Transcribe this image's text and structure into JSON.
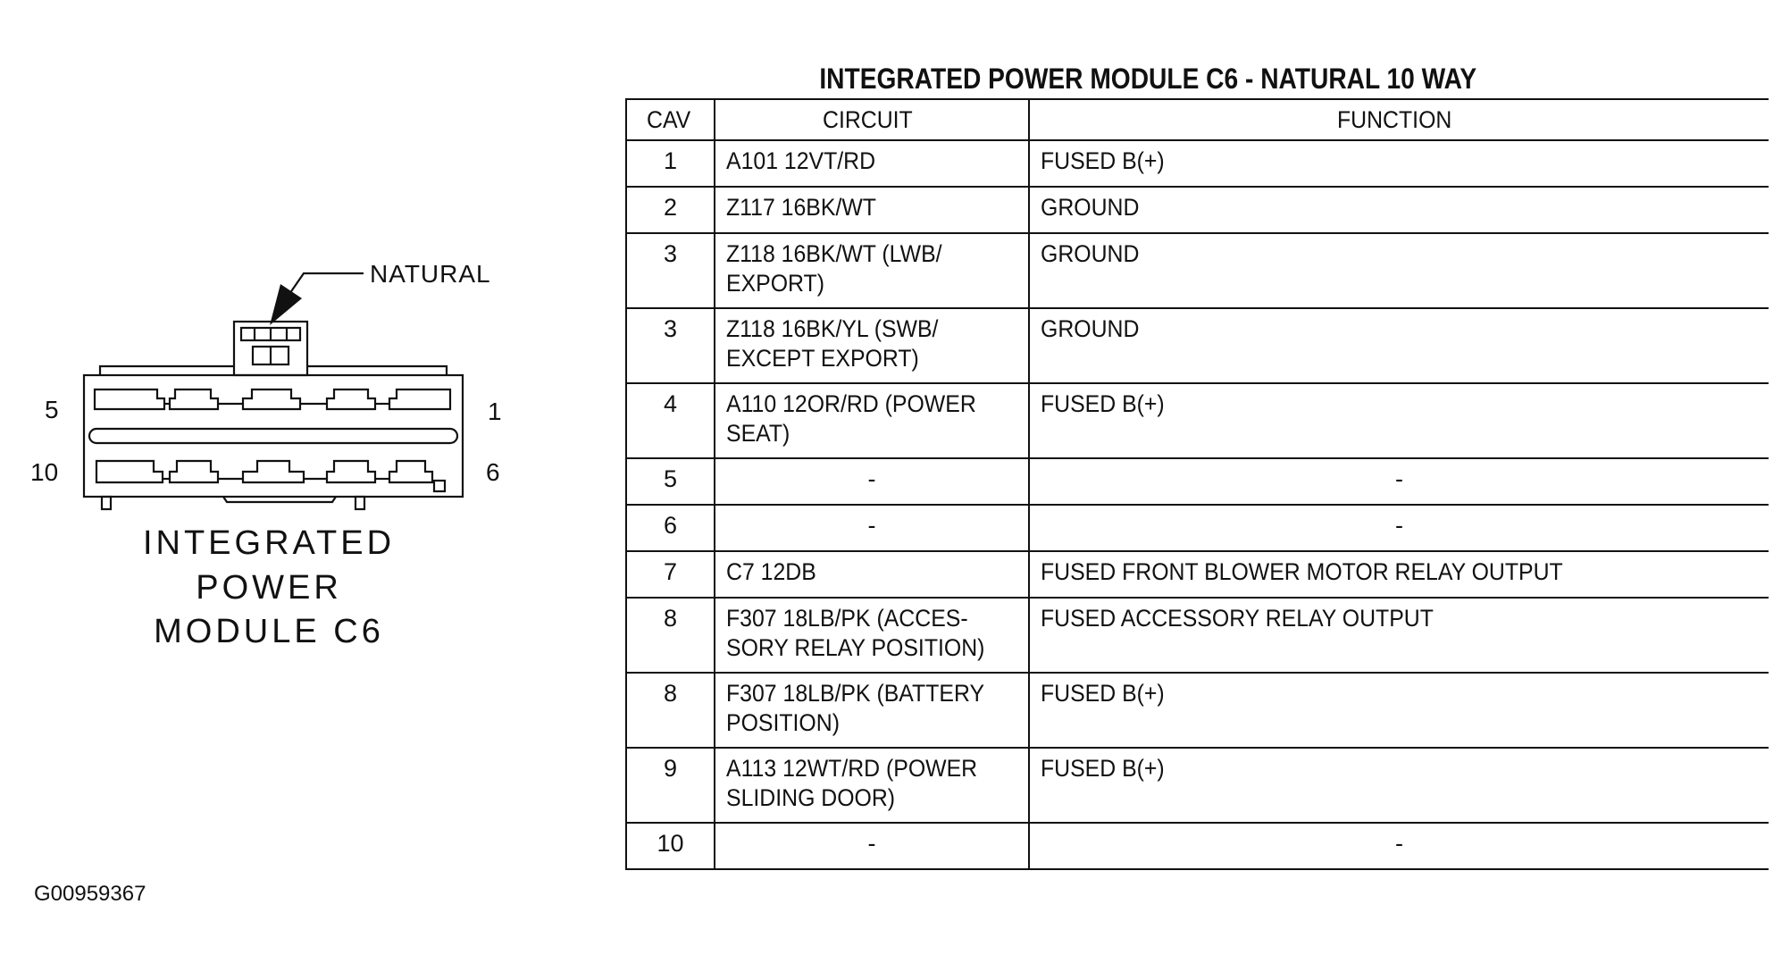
{
  "connector": {
    "pointer_label": "NATURAL",
    "caption_lines": [
      "INTEGRATED",
      "POWER",
      "MODULE C6"
    ],
    "cavity_labels": {
      "top_left": "5",
      "top_right": "1",
      "bottom_left": "10",
      "bottom_right": "6"
    }
  },
  "table": {
    "title": "INTEGRATED POWER MODULE C6 - NATURAL 10 WAY",
    "headers": {
      "cav": "CAV",
      "circuit": "CIRCUIT",
      "function": "FUNCTION"
    },
    "rows": [
      {
        "cav": "1",
        "circuit": [
          "A101 12VT/RD"
        ],
        "function": "FUSED B(+)"
      },
      {
        "cav": "2",
        "circuit": [
          "Z117 16BK/WT"
        ],
        "function": "GROUND"
      },
      {
        "cav": "3",
        "circuit": [
          "Z118 16BK/WT (LWB/",
          "EXPORT)"
        ],
        "function": "GROUND"
      },
      {
        "cav": "3",
        "circuit": [
          "Z118 16BK/YL (SWB/",
          "EXCEPT EXPORT)"
        ],
        "function": "GROUND"
      },
      {
        "cav": "4",
        "circuit": [
          "A110 12OR/RD (POWER",
          "SEAT)"
        ],
        "function": "FUSED B(+)"
      },
      {
        "cav": "5",
        "circuit": [
          "-"
        ],
        "function": "-"
      },
      {
        "cav": "6",
        "circuit": [
          "-"
        ],
        "function": "-"
      },
      {
        "cav": "7",
        "circuit": [
          "C7 12DB"
        ],
        "function": "FUSED FRONT BLOWER MOTOR RELAY OUTPUT"
      },
      {
        "cav": "8",
        "circuit": [
          "F307 18LB/PK (ACCES-",
          "SORY RELAY POSITION)"
        ],
        "function": "FUSED ACCESSORY RELAY OUTPUT"
      },
      {
        "cav": "8",
        "circuit": [
          "F307 18LB/PK (BATTERY",
          "POSITION)"
        ],
        "function": "FUSED B(+)"
      },
      {
        "cav": "9",
        "circuit": [
          "A113 12WT/RD (POWER",
          "SLIDING DOOR)"
        ],
        "function": "FUSED B(+)"
      },
      {
        "cav": "10",
        "circuit": [
          "-"
        ],
        "function": "-"
      }
    ]
  },
  "figure_id": "G00959367"
}
